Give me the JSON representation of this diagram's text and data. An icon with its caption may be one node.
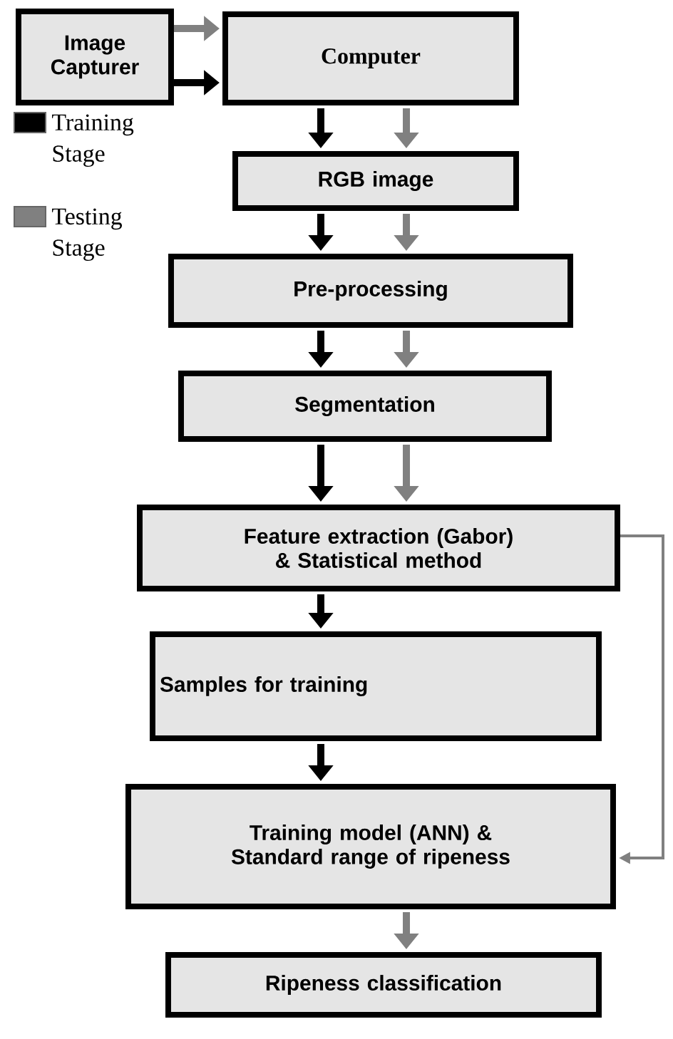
{
  "diagram": {
    "nodes": [
      {
        "text": [
          "Image Capturer"
        ]
      },
      {
        "text": [
          "Computer"
        ]
      },
      {
        "text": [
          "RGB image"
        ]
      },
      {
        "text": [
          "Pre-processing"
        ]
      },
      {
        "text": [
          "Segmentation"
        ]
      },
      {
        "text": [
          "Feature extraction (Gabor) & Statistical method"
        ]
      },
      {
        "text": [
          "Samples for training"
        ]
      },
      {
        "text": [
          "Training model (ANN) & Standard range of ripeness"
        ]
      },
      {
        "text": [
          "Ripeness classification"
        ]
      }
    ],
    "edges": [
      {
        "from": 0,
        "to": 1,
        "arrow": "to",
        "color": "#808080"
      },
      {
        "from": 0,
        "to": 1,
        "arrow": "to",
        "color": "#000000"
      },
      {
        "from": 1,
        "to": 2,
        "arrow": "to",
        "color": "#000000"
      },
      {
        "from": 1,
        "to": 2,
        "arrow": "to",
        "color": "#808080"
      },
      {
        "from": 2,
        "to": 3,
        "arrow": "to",
        "color": "#000000"
      },
      {
        "from": 2,
        "to": 3,
        "arrow": "to",
        "color": "#808080"
      },
      {
        "from": 3,
        "to": 4,
        "arrow": "to",
        "color": "#000000"
      },
      {
        "from": 3,
        "to": 4,
        "arrow": "to",
        "color": "#808080"
      },
      {
        "from": 4,
        "to": 5,
        "arrow": "to",
        "color": "#000000"
      },
      {
        "from": 4,
        "to": 5,
        "arrow": "to",
        "color": "#808080"
      },
      {
        "from": 5,
        "to": 6,
        "arrow": "to",
        "color": "#000000"
      },
      {
        "from": 6,
        "to": 7,
        "arrow": "to",
        "color": "#000000"
      },
      {
        "from": 5,
        "to": 7,
        "arrow": "to",
        "color": "#808080"
      },
      {
        "from": 7,
        "to": 8,
        "arrow": "to",
        "color": "#808080"
      }
    ],
    "legend": [
      {
        "text": "Training Stage",
        "color": "#000000"
      },
      {
        "text": "Testing Stage",
        "color": "#808080"
      }
    ]
  }
}
